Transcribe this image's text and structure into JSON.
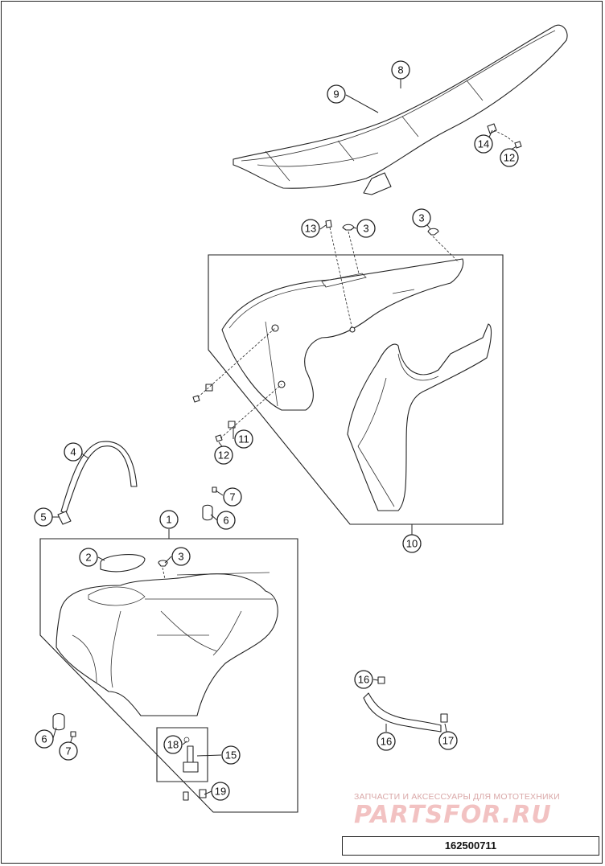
{
  "diagram": {
    "callouts": [
      {
        "id": "c1",
        "label": "1"
      },
      {
        "id": "c2",
        "label": "2"
      },
      {
        "id": "c3a",
        "label": "3"
      },
      {
        "id": "c3b",
        "label": "3"
      },
      {
        "id": "c3c",
        "label": "3"
      },
      {
        "id": "c4",
        "label": "4"
      },
      {
        "id": "c5",
        "label": "5"
      },
      {
        "id": "c6a",
        "label": "6"
      },
      {
        "id": "c6b",
        "label": "6"
      },
      {
        "id": "c7a",
        "label": "7"
      },
      {
        "id": "c7b",
        "label": "7"
      },
      {
        "id": "c8",
        "label": "8"
      },
      {
        "id": "c9",
        "label": "9"
      },
      {
        "id": "c10",
        "label": "10"
      },
      {
        "id": "c11",
        "label": "11"
      },
      {
        "id": "c12a",
        "label": "12"
      },
      {
        "id": "c12b",
        "label": "12"
      },
      {
        "id": "c13",
        "label": "13"
      },
      {
        "id": "c14",
        "label": "14"
      },
      {
        "id": "c15",
        "label": "15"
      },
      {
        "id": "c16a",
        "label": "16"
      },
      {
        "id": "c16b",
        "label": "16"
      },
      {
        "id": "c17",
        "label": "17"
      },
      {
        "id": "c18",
        "label": "18"
      },
      {
        "id": "c19",
        "label": "19"
      }
    ],
    "watermark_text": "ЗАПЧАСТИ И АКСЕССУАРЫ ДЛЯ МОТОТЕХНИКИ",
    "watermark_logo": "PARTSFOR.RU",
    "document_number": "162500711"
  },
  "colors": {
    "line": "#222222",
    "background": "#ffffff",
    "watermark": "#f2c2c2"
  }
}
